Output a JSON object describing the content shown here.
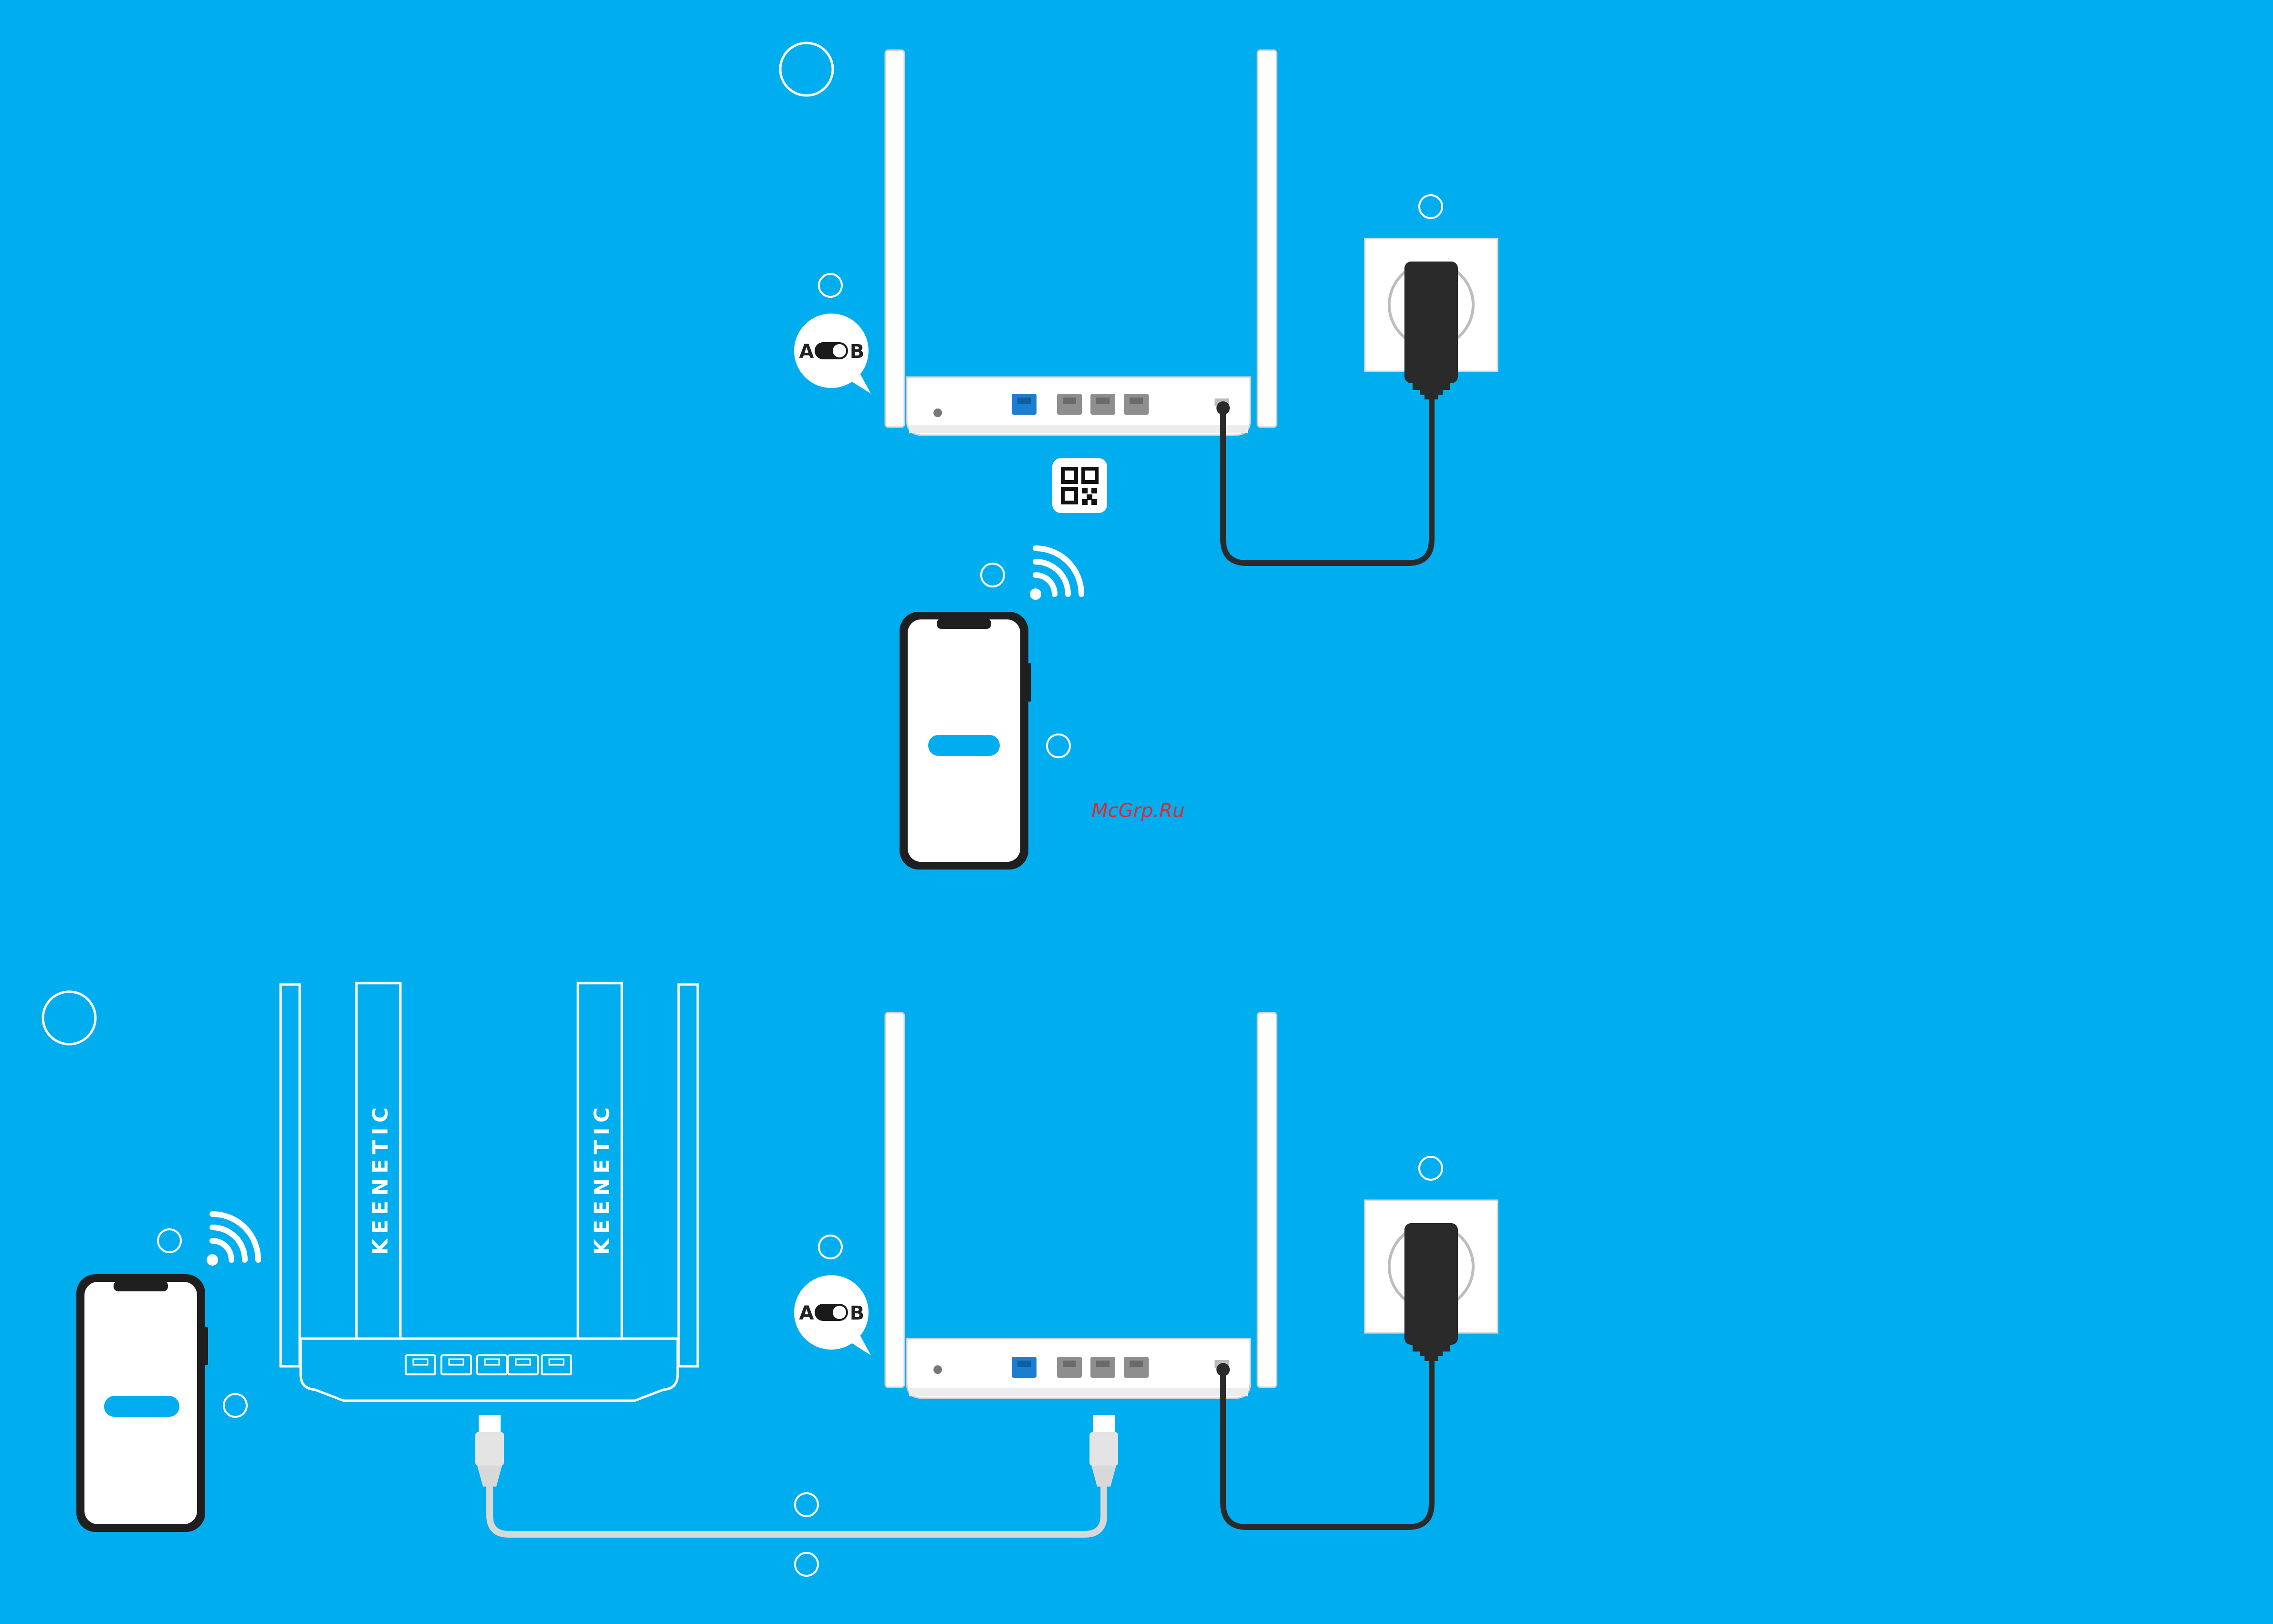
{
  "colors": {
    "background": "#00aeef",
    "accent": "#00aeef",
    "cable_dark": "#2a2a2a",
    "cable_light": "#d8d8d8",
    "white": "#ffffff",
    "watermark": "#e3262e"
  },
  "switch_label_a": "A",
  "switch_label_b": "B",
  "brand_label": "KEENETIC",
  "watermark": "McGrp.Ru",
  "icons": [
    "wifi-icon",
    "qr-code-icon",
    "ab-mode-switch-icon",
    "power-adapter-icon",
    "wall-socket-icon",
    "smartphone-icon",
    "ethernet-plug-icon"
  ]
}
